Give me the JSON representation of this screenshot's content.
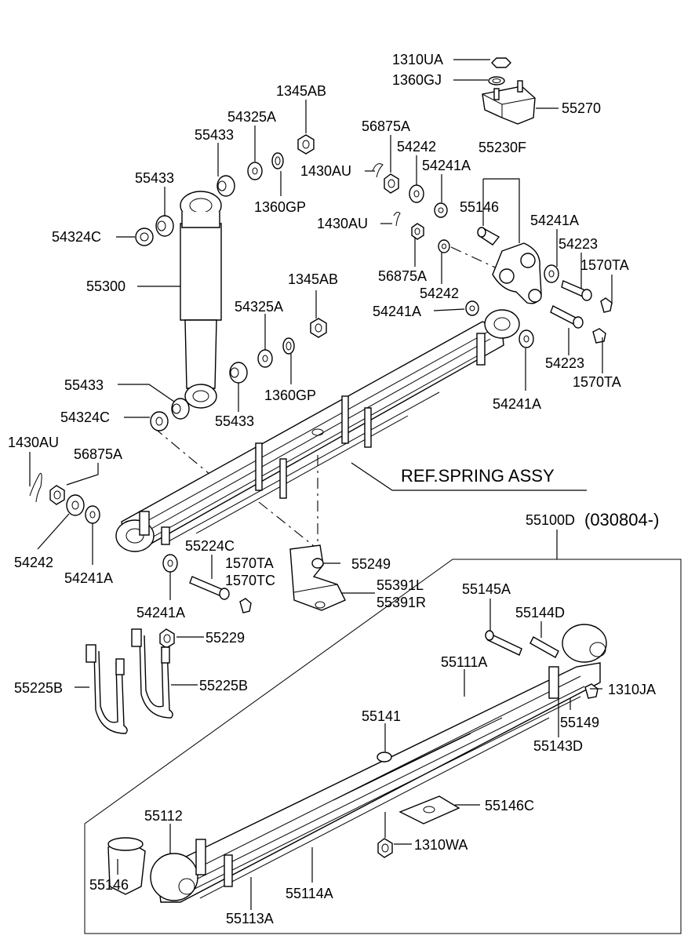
{
  "labels": {
    "l_1310UA": "1310UA",
    "l_1360GJ": "1360GJ",
    "l_55270": "55270",
    "l_1345AB_top": "1345AB",
    "l_54325A_top": "54325A",
    "l_55433_a": "55433",
    "l_55433_b": "55433",
    "l_54324C_top": "54324C",
    "l_55300": "55300",
    "l_1360GP_top": "1360GP",
    "l_56875A_top": "56875A",
    "l_54242_top": "54242",
    "l_1430AU_a": "1430AU",
    "l_54241A_a": "54241A",
    "l_55230F": "55230F",
    "l_55146_top": "55146",
    "l_1430AU_b": "1430AU",
    "l_56875A_mid": "56875A",
    "l_54241A_b": "54241A",
    "l_54223_a": "54223",
    "l_1570TA_a": "1570TA",
    "l_54242_mid": "54242",
    "l_54241A_c": "54241A",
    "l_54223_b": "54223",
    "l_1570TA_b": "1570TA",
    "l_54241A_d": "54241A",
    "l_1345AB_mid": "1345AB",
    "l_54325A_mid": "54325A",
    "l_1360GP_mid": "1360GP",
    "l_55433_c": "55433",
    "l_55433_d": "55433",
    "l_54324C_mid": "54324C",
    "l_1430AU_c": "1430AU",
    "l_56875A_left": "56875A",
    "l_54242_left": "54242",
    "l_54241A_e": "54241A",
    "l_ref_spring": "REF.SPRING ASSY",
    "l_55100D": "55100D",
    "l_55100D_range": "(030804-)",
    "l_55224C": "55224C",
    "l_1570TA_c": "1570TA",
    "l_1570TC": "1570TC",
    "l_55249": "55249",
    "l_55391L": "55391L",
    "l_55391R": "55391R",
    "l_54241A_f": "54241A",
    "l_55229": "55229",
    "l_55225B_a": "55225B",
    "l_55225B_b": "55225B",
    "l_55145A": "55145A",
    "l_55144D": "55144D",
    "l_55111A": "55111A",
    "l_1310JA": "1310JA",
    "l_55149": "55149",
    "l_55141": "55141",
    "l_55143D": "55143D",
    "l_55146C": "55146C",
    "l_55112": "55112",
    "l_1310WA": "1310WA",
    "l_55146_bot": "55146",
    "l_55114A": "55114A",
    "l_55113A": "55113A"
  }
}
